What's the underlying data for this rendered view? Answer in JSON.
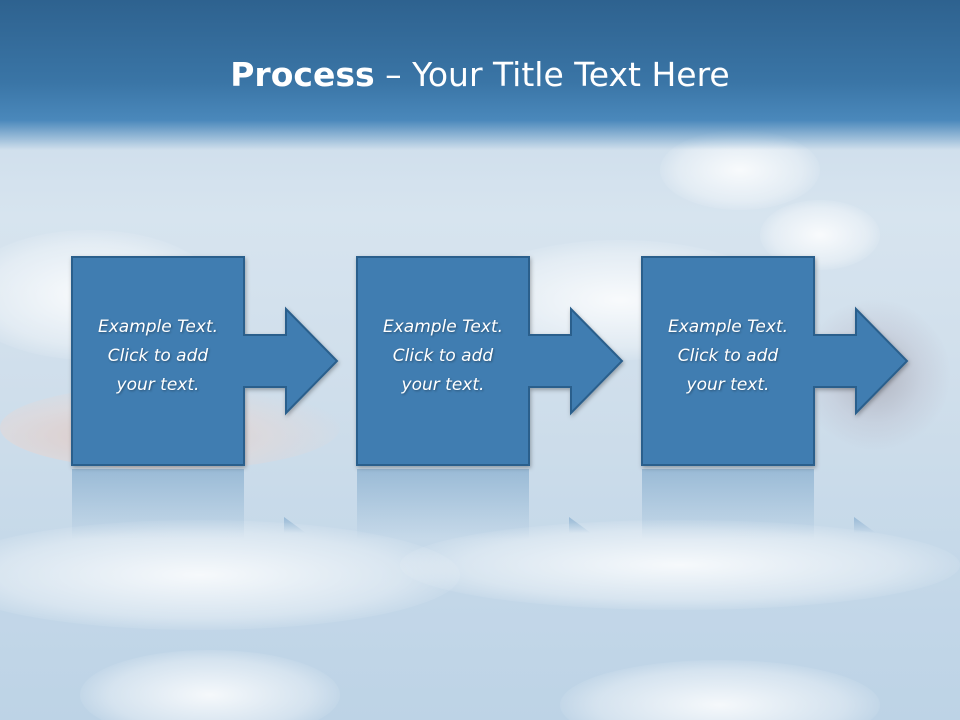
{
  "title": {
    "bold": "Process",
    "rest": " – Your Title Text Here"
  },
  "steps": [
    {
      "lines": [
        "Example Text.",
        "Click  to add",
        "your text."
      ]
    },
    {
      "lines": [
        "Example Text.",
        "Click  to add",
        "your text."
      ]
    },
    {
      "lines": [
        "Example Text.",
        "Click  to add",
        "your text."
      ]
    }
  ],
  "colors": {
    "box_fill": "#3f7db1",
    "box_stroke": "#2b5f8c",
    "title_band": "#3a75a6",
    "text": "#ffffff"
  }
}
